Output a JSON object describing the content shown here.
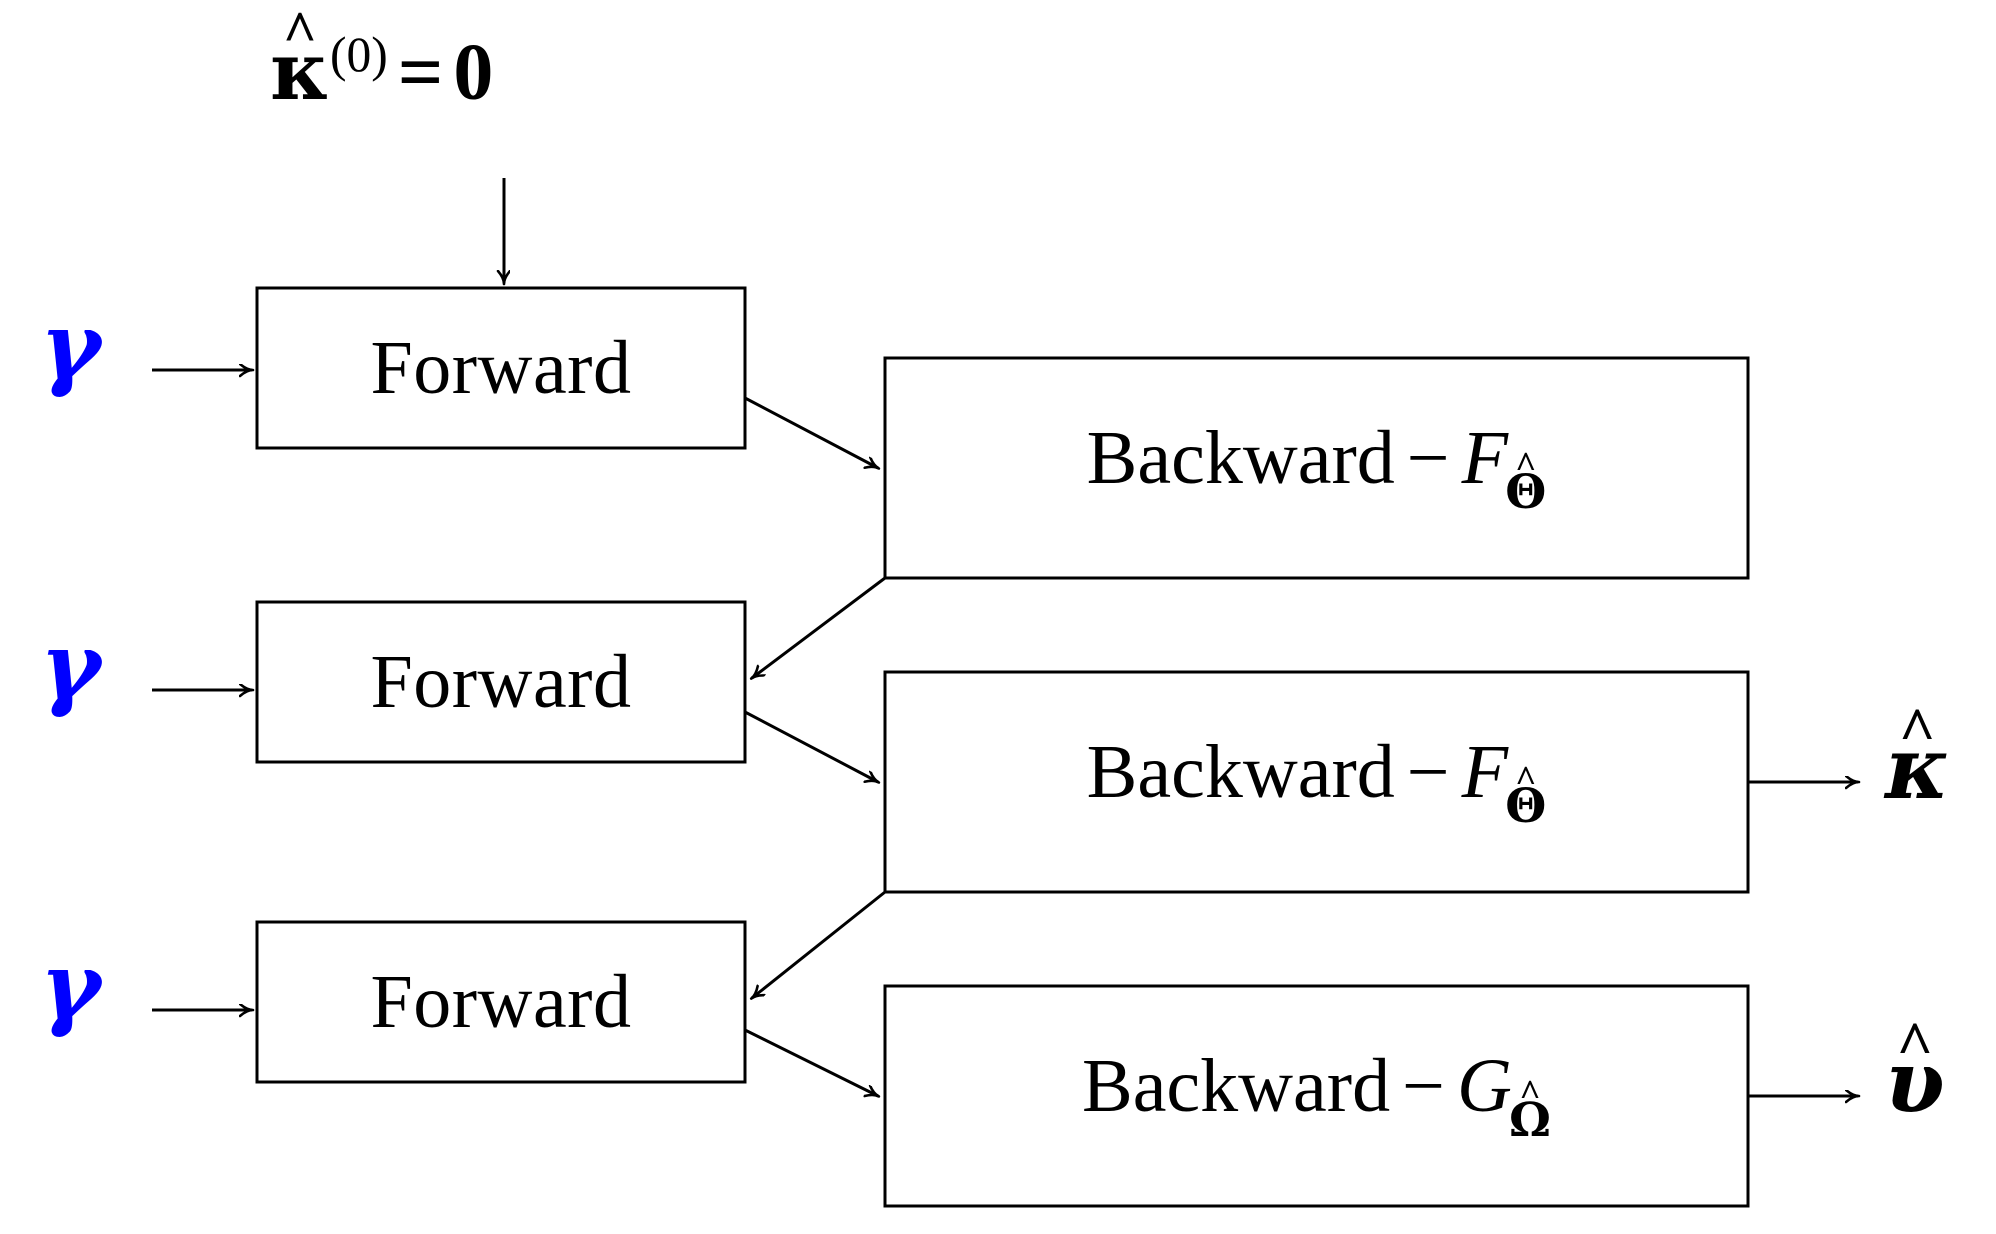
{
  "diagram": {
    "title_symbol": {
      "base": "κ",
      "hat": "^",
      "superscript": "(0)",
      "relation": "=",
      "value": "0",
      "full_text": "κ̂^(0) = 0"
    },
    "accent_hat": "^",
    "colors": {
      "input_symbol": "#0000ff",
      "stroke": "#000000",
      "box_fill": "#ffffff",
      "text": "#000000",
      "background": "#ffffff"
    },
    "inputs": [
      {
        "id": "gamma-1",
        "symbol": "γ"
      },
      {
        "id": "gamma-2",
        "symbol": "γ"
      },
      {
        "id": "gamma-3",
        "symbol": "γ"
      }
    ],
    "forward_blocks": [
      {
        "id": "forward-1",
        "label": "Forward"
      },
      {
        "id": "forward-2",
        "label": "Forward"
      },
      {
        "id": "forward-3",
        "label": "Forward"
      }
    ],
    "backward_blocks": [
      {
        "id": "backward-1",
        "prefix": "Backward",
        "dash": "−",
        "operator": "F",
        "subscript": "Θ",
        "subscript_hat": "^",
        "full_text": "Backward − F_Θ̂"
      },
      {
        "id": "backward-2",
        "prefix": "Backward",
        "dash": "−",
        "operator": "F",
        "subscript": "Θ",
        "subscript_hat": "^",
        "full_text": "Backward − F_Θ̂"
      },
      {
        "id": "backward-3",
        "prefix": "Backward",
        "dash": "−",
        "operator": "G",
        "subscript": "Ω",
        "subscript_hat": "^",
        "full_text": "Backward − G_Ω̂"
      }
    ],
    "outputs": [
      {
        "id": "output-kappa",
        "symbol": "κ",
        "hat": "^",
        "full_text": "κ̂"
      },
      {
        "id": "output-upsilon",
        "symbol": "υ",
        "hat": "^",
        "full_text": "υ̂"
      }
    ]
  }
}
